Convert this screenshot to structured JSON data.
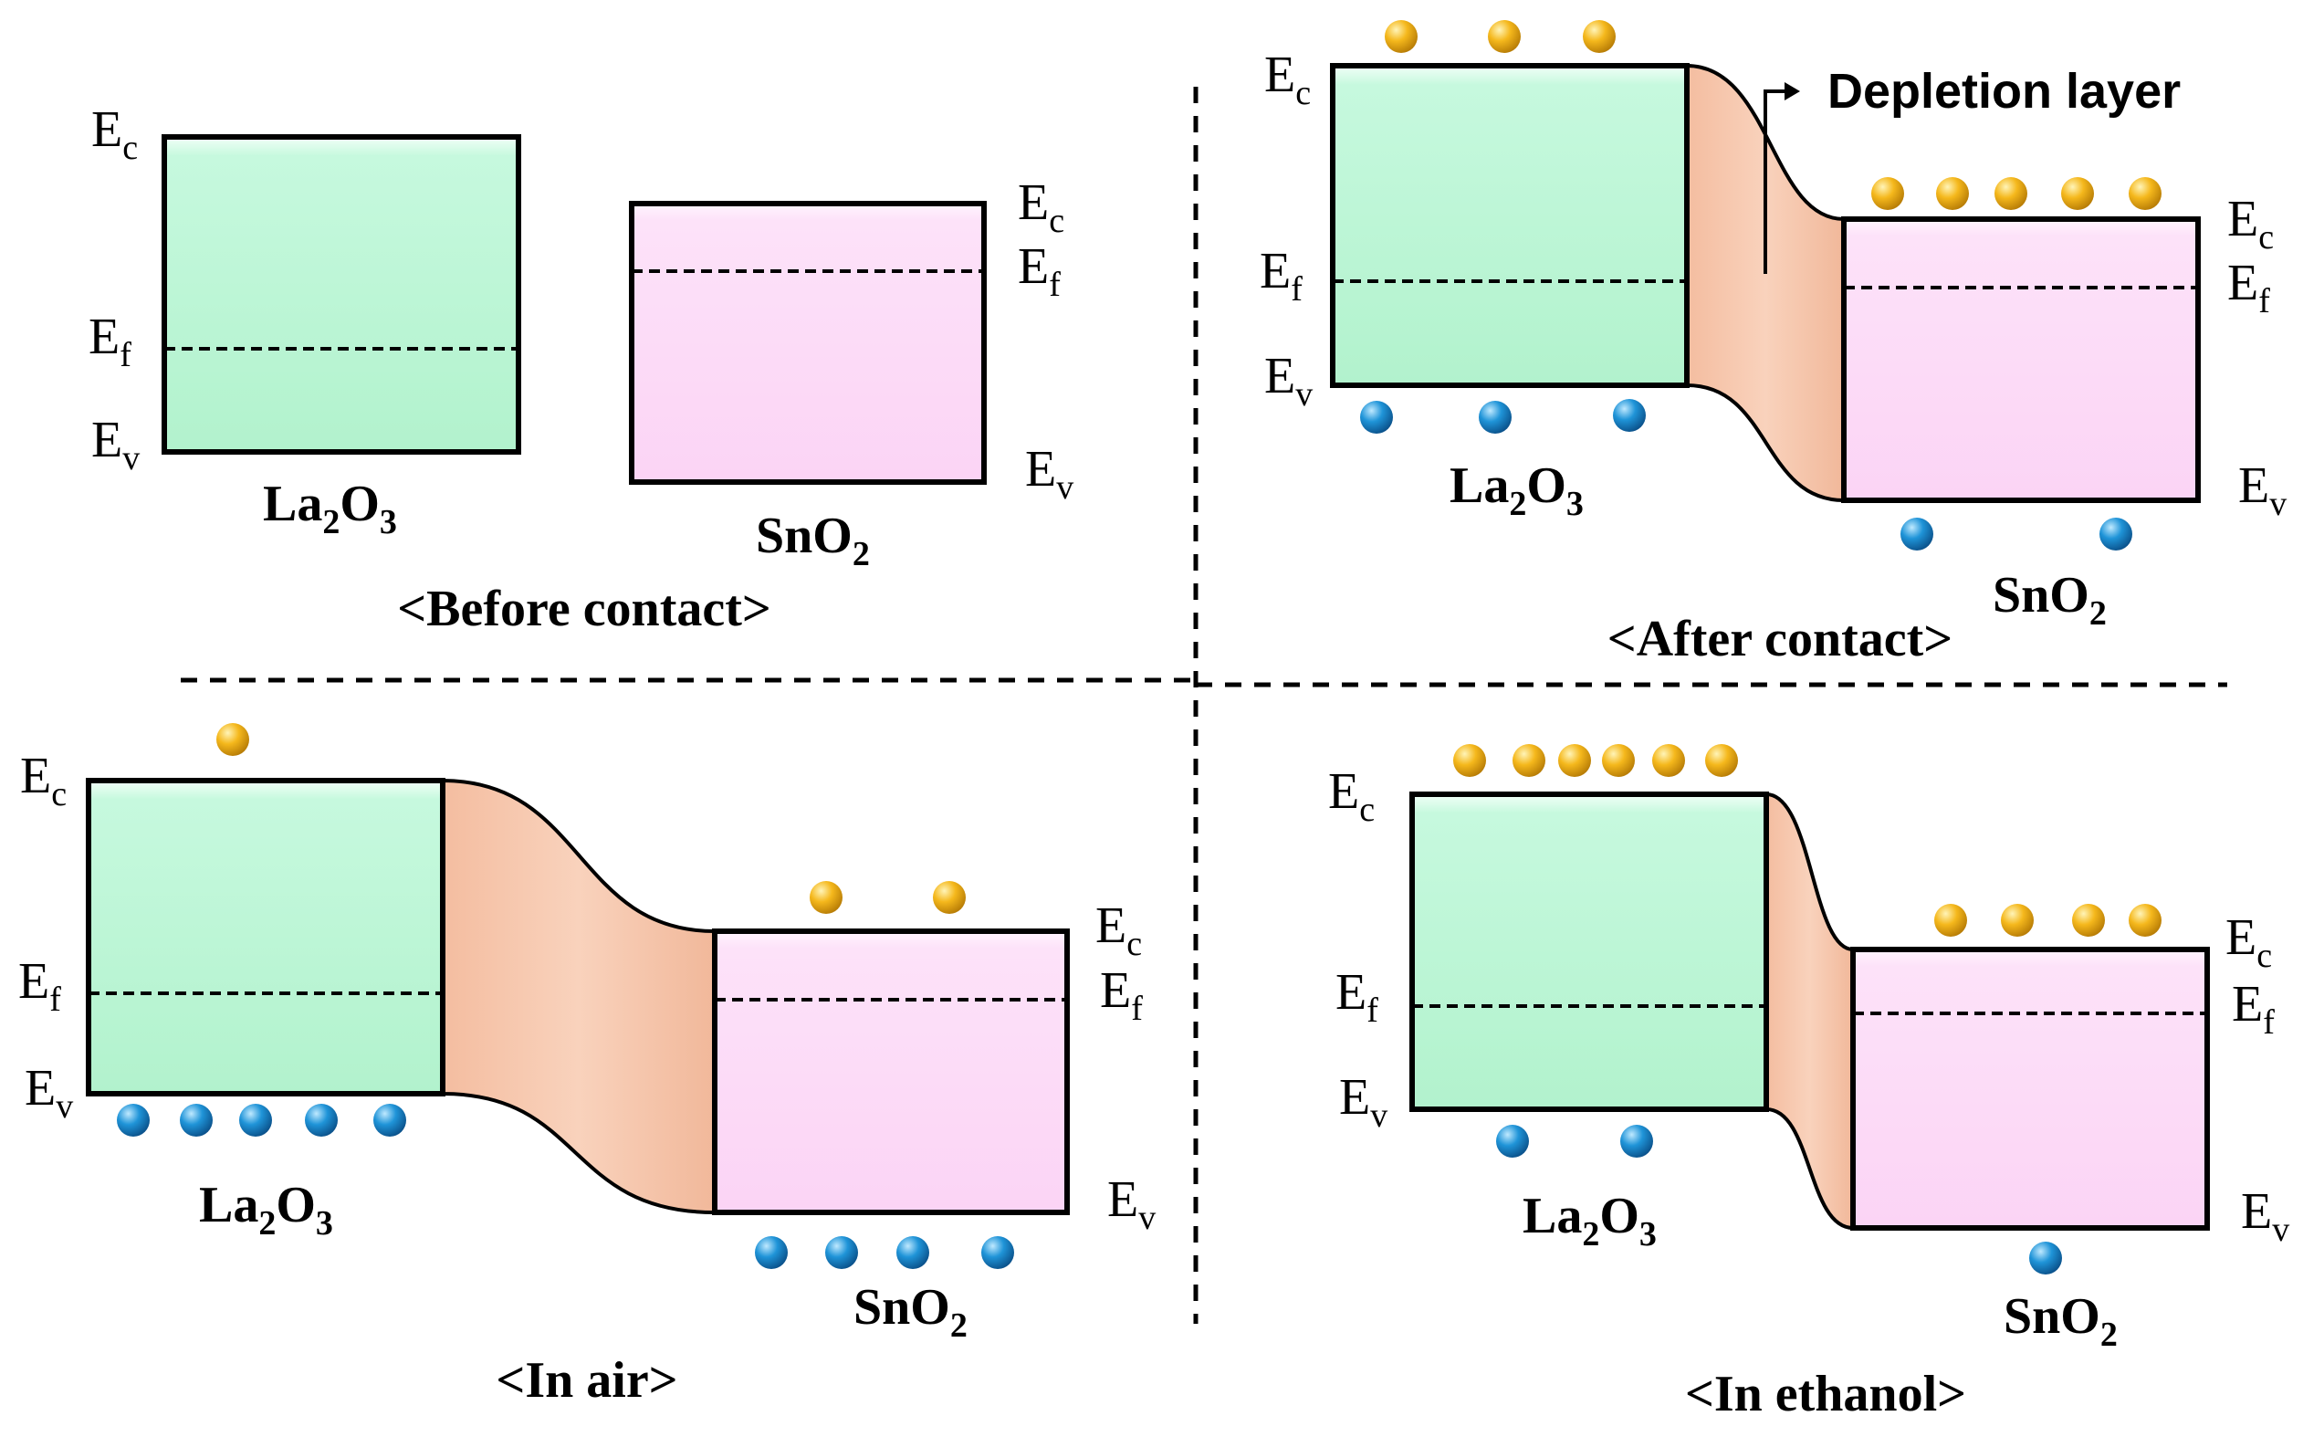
{
  "levels": {
    "Ec": {
      "main": "E",
      "sub": "c"
    },
    "Ef": {
      "main": "E",
      "sub": "f"
    },
    "Ev": {
      "main": "E",
      "sub": "v"
    }
  },
  "materials": {
    "la2o3": {
      "a": "La",
      "b": "2",
      "c": "O",
      "d": "3"
    },
    "sno2": {
      "a": "SnO",
      "b": "2"
    }
  },
  "captions": {
    "before": "<Before contact>",
    "after": "<After contact>",
    "air": "<In air>",
    "ethanol": "<In ethanol>"
  },
  "annotation": "Depletion layer",
  "colors": {
    "la2o3_fill": "#b7f5d2",
    "sno2_fill": "#fcd9f7",
    "depletion_fill": "#f7c8ad",
    "electron": "#f2b21f",
    "hole": "#1d8fd3"
  },
  "carrier_counts": {
    "before": {
      "la2o3_electrons": 0,
      "la2o3_holes": 0,
      "sno2_electrons": 0,
      "sno2_holes": 0
    },
    "after": {
      "la2o3_electrons": 3,
      "la2o3_holes": 3,
      "sno2_electrons": 5,
      "sno2_holes": 2
    },
    "air": {
      "la2o3_electrons": 1,
      "la2o3_holes": 5,
      "sno2_electrons": 2,
      "sno2_holes": 4
    },
    "ethanol": {
      "la2o3_electrons": 6,
      "la2o3_holes": 2,
      "sno2_electrons": 4,
      "sno2_holes": 1
    }
  }
}
